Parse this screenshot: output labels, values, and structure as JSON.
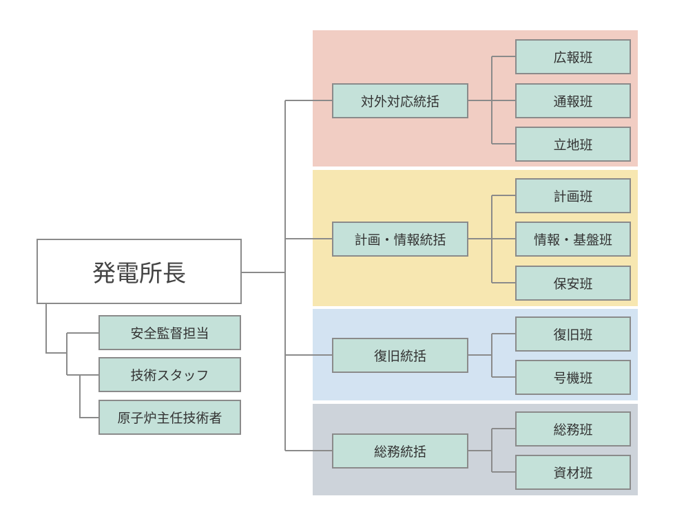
{
  "colors": {
    "band_external": "#f1cdc3",
    "band_planning": "#f7e7b1",
    "band_recovery": "#d3e3f2",
    "band_general": "#cdd3da",
    "box_fill": "#c4e1d9",
    "line": "#8a8a8a"
  },
  "root": {
    "label": "発電所長"
  },
  "staff": [
    {
      "label": "安全監督担当"
    },
    {
      "label": "技術スタッフ"
    },
    {
      "label": "原子炉主任技術者"
    }
  ],
  "groups": [
    {
      "label": "対外対応統括",
      "teams": [
        {
          "label": "広報班"
        },
        {
          "label": "通報班"
        },
        {
          "label": "立地班"
        }
      ]
    },
    {
      "label": "計画・情報統括",
      "teams": [
        {
          "label": "計画班"
        },
        {
          "label": "情報・基盤班"
        },
        {
          "label": "保安班"
        }
      ]
    },
    {
      "label": "復旧統括",
      "teams": [
        {
          "label": "復旧班"
        },
        {
          "label": "号機班"
        }
      ]
    },
    {
      "label": "総務統括",
      "teams": [
        {
          "label": "総務班"
        },
        {
          "label": "資材班"
        }
      ]
    }
  ]
}
